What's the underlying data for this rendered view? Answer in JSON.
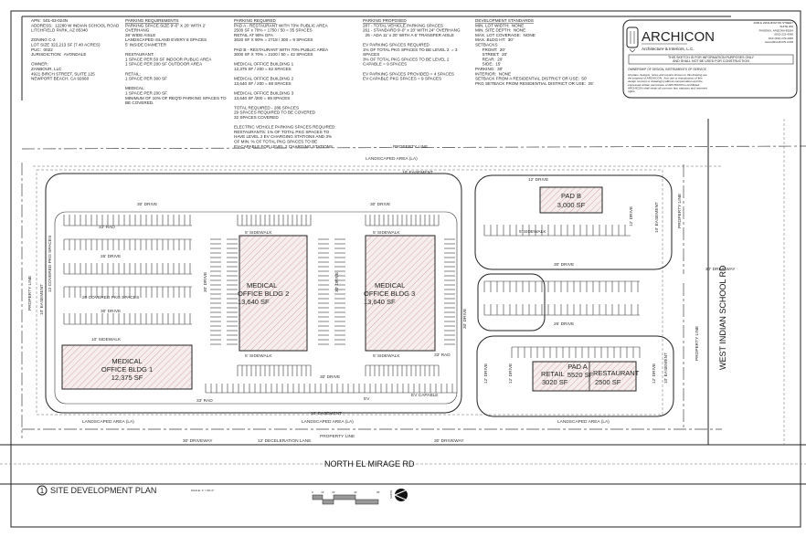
{
  "notes": {
    "site_info": [
      "APN:  501-63-024N",
      "ADDRESS:  12280 W INDIAN SCHOOL ROAD",
      "LITCHFIELD PARK, AZ 85340",
      "",
      "ZONING C-2",
      "LOT SIZE 322,213 SF (7.40 ACRES)",
      "PUC:  0022",
      "JURISDICTION:  AVONDALE",
      "",
      "OWNER:",
      "ZANBOUR, LLC",
      "4921 BIRCH STREET, SUITE 125",
      "NEWPORT BEACH, CA 92660"
    ],
    "parking_requirements_title": "PARKING REQUIREMENTS",
    "parking_requirements": [
      "PARKING SPACE SIZE 9'-0\" X 20' WITH 2'",
      "OVERHANG",
      "26' WIDE AISLE",
      "LANDSCAPED ISLAND EVERY 8 SPACES",
      "5' INSIDE DIAMETER",
      "",
      "RESTAURANT:",
      "1 SPACE PER 50 SF INDOOR PUBLIC AREA",
      "1 SPACE PER 200 SF OUTDOOR AREA",
      "",
      "RETAIL:",
      "1 SPACE PER 300 SF",
      "",
      "MEDICAL:",
      "1 SPACE PER 200 SF.",
      "MINIMUM OF 10% OF REQ'D PARKING SPACES TO",
      "BE COVERED."
    ],
    "parking_required_title": "PARKING REQUIRED",
    "parking_required": [
      "PAD A - RESTAURANT WITH 70% PUBLIC AREA",
      "2500 SF x 70% = 1750 / 50 = 35 SPACES",
      "RETAIL AT 90% GFA",
      "3020 SF X 90% = 2718 / 300 = 9 SPACES",
      "",
      "PAD B - RESTAURANT WITH 70% PUBLIC AREA",
      "3000 SF X 70% = 2100 / 50 = 42 SPACES",
      "",
      "MEDICAL OFFICE BUILDING 1",
      "12,375 SF / 200 = 62 SPACES",
      "",
      "MEDICAL OFFICE BUILDING 2",
      "13,640 SF / 200 = 69 SPACES",
      "",
      "MEDICAL OFFICE BUILDING 3",
      "13,640 SF /200 = 69 SPACES",
      "",
      "TOTAL REQUIRED - 286 SPACES",
      "29 SPACES REQUIRED TO BE COVERED",
      "32 SPACES COVERED",
      "",
      "ELECTRIC VEHICLE PARKING SPACES REQUIRED:",
      "RESTAURANTS: 1% OF TOTAL PKG SPACES TO",
      "HAVE LEVEL 2 EV CHARGING STATIONS AND 3%",
      "OF MIN. % OF TOTAL PKG SPACES TO BE",
      "EV-CAPABLE FOR LEVEL 2 CHARGING STATIONS"
    ],
    "parking_proposed_title": "PARKING PROPOSED",
    "parking_proposed": [
      "287 - TOTAL VEHICLE PARKING SPACES",
      "261 - STANDARD 9'-0\" x 20' WITH 24\" OVERHANG",
      "  26 - ADA 11' x 20' WITH A 5' TRANSFER AISLE",
      "",
      "EV PARKING SPACES REQUIRED",
      "1% OF TOTAL PKG SPACES TO BE LEVEL 2  = 3",
      "SPACES",
      "3% OF TOTAL PKG SPACES TO BE LEVEL 2",
      "CAPABLE = 9 SPACES",
      "",
      "EV PARKING SPACES PROVIDED = 4 SPACES",
      "EV CAPABLE PKG SPACES = 9 SPACES"
    ],
    "development_standards_title": "DEVELOPMENT STANDARDS",
    "development_standards": [
      "MIN. LOT WIDTH:  NONE",
      "MIN. SITE DEPTH:  NONE",
      "MAX. LOT COVERAGE:  NONE",
      "MAX. BLDG HT:  30'",
      "SETBACKS",
      "      FRONT:  20'",
      "      STREET:  20'",
      "      REAR:  20'",
      "      SIDE:  15'",
      "PARKING:  30'",
      "INTERIOR:  NONE",
      "SETBACK FROM A RESIDENTIAL DISTRICT OR USE:  50'",
      "PKG SETBACK FROM RESIDENTIAL DISTRICT OR USE:  25'"
    ]
  },
  "title_block": {
    "firm": "ARCHICON",
    "firm_sub": "Architecture & Interiors, L.C.",
    "address": [
      "4000 E WASHINGTON STREET",
      "SUITE 200",
      "PHOENIX, ARIZONA 85034",
      "(602) 222-4266",
      "FAX (602) 279-4300",
      "www.ARCHICON.COM"
    ],
    "disclaimer": [
      "THIS SKETCH IS FOR INFORMATION PURPOSES ONLY",
      "AND SHALL NOT BE USED FOR CONSTRUCTION"
    ],
    "ownership_title": "OWNERSHIP OF DESIGN, INSTRUMENTS OF SERVICE",
    "ownership_text": [
      "All plans, designs, notes and reports shown on this drawing are",
      "the property of ARCHICON.  Any use or reproduction of this",
      "design concept or drawing(s) without compensation and the",
      "expressed written permission of ARCHICON is prohibited.",
      "ARCHICON shall retain all common law, statutory and reserved",
      "rights."
    ]
  },
  "plan": {
    "property_line": "PROPERTY LINE",
    "landscaped_area": "LANDSCAPED AREA (LA)",
    "easement": "10' EASEMENT",
    "buildings": {
      "med1": {
        "name": "MEDICAL\nOFFICE BLDG 1",
        "l1": "MEDICAL",
        "l2": "OFFICE BLDG 1",
        "area": "12,375 SF"
      },
      "med2": {
        "l1": "MEDICAL",
        "l2": "OFFICE BLDG 2",
        "area": "13,640 SF"
      },
      "med3": {
        "l1": "MEDICAL",
        "l2": "OFFICE BLDG 3",
        "area": "13,640 SF"
      },
      "pad_b": {
        "l1": "PAD B",
        "area": "3,000 SF"
      },
      "pad_a": {
        "l1": "PAD A",
        "area": "5520 SF",
        "retail": "RETAIL",
        "retail_area": "3020 SF",
        "restaurant": "RESTAURANT",
        "restaurant_area": "2500 SF"
      }
    },
    "labels": {
      "drive_30": "30' DRIVE",
      "drive_26": "26' DRIVE",
      "drive_12": "12' DRIVE",
      "driveway_30": "30' DRIVEWAY",
      "sidewalk_5": "5' SIDEWALK",
      "sidewalk_10": "10' SIDEWALK",
      "covered_pkg_20": "20 COVERED PKG SPACES",
      "covered_pkg_12": "12 COVERED PKG SPACES",
      "rad_33": "33' RAD",
      "deceleration": "12' DECELERATION LANE",
      "ev": "EV",
      "ev_capable": "EV CAPABLE",
      "la": "LA"
    },
    "roads": {
      "south": "NORTH EL MIRAGE RD",
      "east": "WEST INDIAN SCHOOL RD"
    }
  },
  "footer": {
    "sheet_number": "1",
    "title": "SITE DEVELOPMENT PLAN",
    "scale": "SCALE: 1\" = 50'-0\"",
    "scale_ticks": [
      "0'",
      "10'",
      "20'",
      "40'",
      "80'"
    ],
    "north_label": "NORTH"
  },
  "colors": {
    "line": "#222222",
    "hatch": "#c98a8a",
    "background": "#ffffff"
  }
}
